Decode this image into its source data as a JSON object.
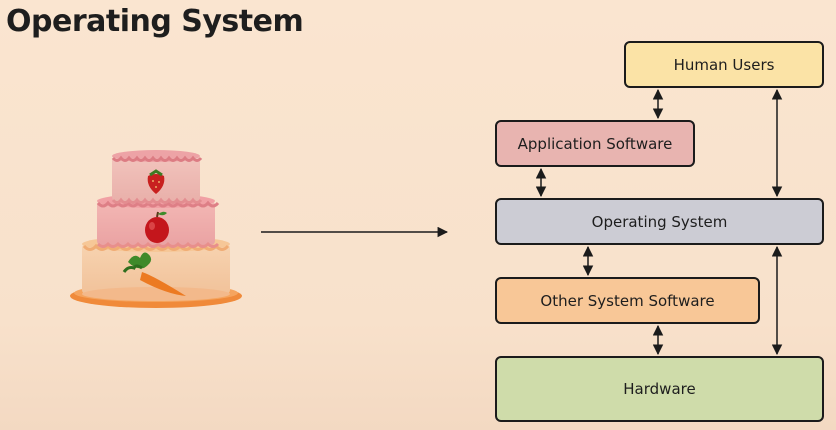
{
  "title": "Operating System",
  "boxes": {
    "human_users": {
      "label": "Human Users",
      "color": "#fbe3a6"
    },
    "application_software": {
      "label": "Application Software",
      "color": "#e8b4b0"
    },
    "operating_system": {
      "label": "Operating System",
      "color": "#ccccd4"
    },
    "other_system_software": {
      "label": "Other System Software",
      "color": "#f8c797"
    },
    "hardware": {
      "label": "Hardware",
      "color": "#cfdcaa"
    }
  },
  "illustration": {
    "name": "layered-cake",
    "fruits": [
      "strawberry",
      "apple",
      "carrot"
    ]
  },
  "colors": {
    "line": "#1b1b1b",
    "background": "#fae5d0"
  }
}
